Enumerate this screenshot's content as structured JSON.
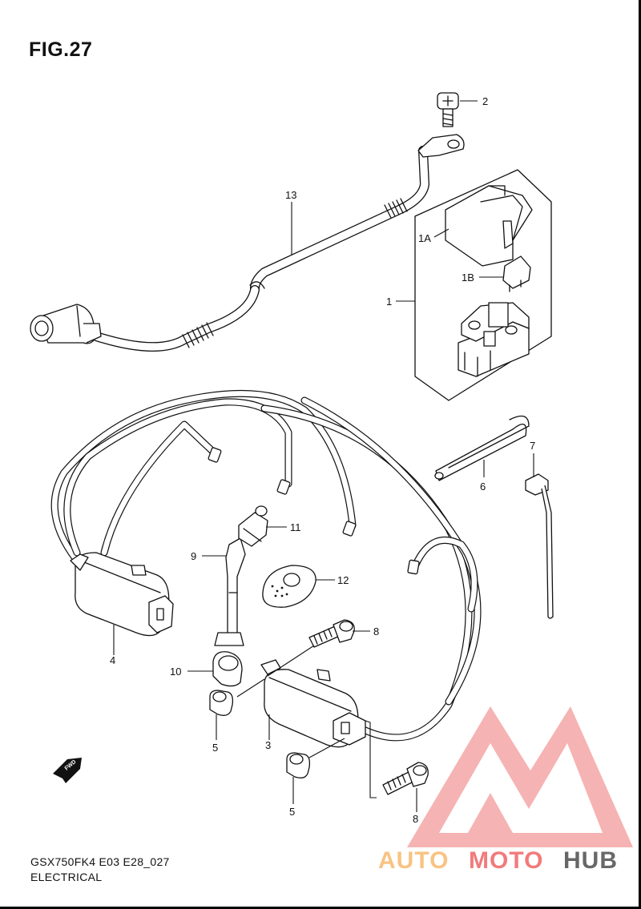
{
  "figure": {
    "title": "FIG.27",
    "model_code": "GSX750FK4 E03 E28_027",
    "section": "ELECTRICAL"
  },
  "callouts": {
    "c1": "1",
    "c1A": "1A",
    "c1B": "1B",
    "c2": "2",
    "c3": "3",
    "c4": "4",
    "c5a": "5",
    "c5b": "5",
    "c6": "6",
    "c7": "7",
    "c8a": "8",
    "c8b": "8",
    "c9": "9",
    "c10": "10",
    "c11": "11",
    "c12": "12",
    "c13": "13"
  },
  "fwd_symbol": "FWD",
  "watermark": {
    "part1": "AUTO",
    "part2": "MOTO",
    "part3": "HUB",
    "colors": {
      "light": "#f7b96e",
      "red": "#ef6464",
      "dark": "#4d4d4d"
    }
  }
}
